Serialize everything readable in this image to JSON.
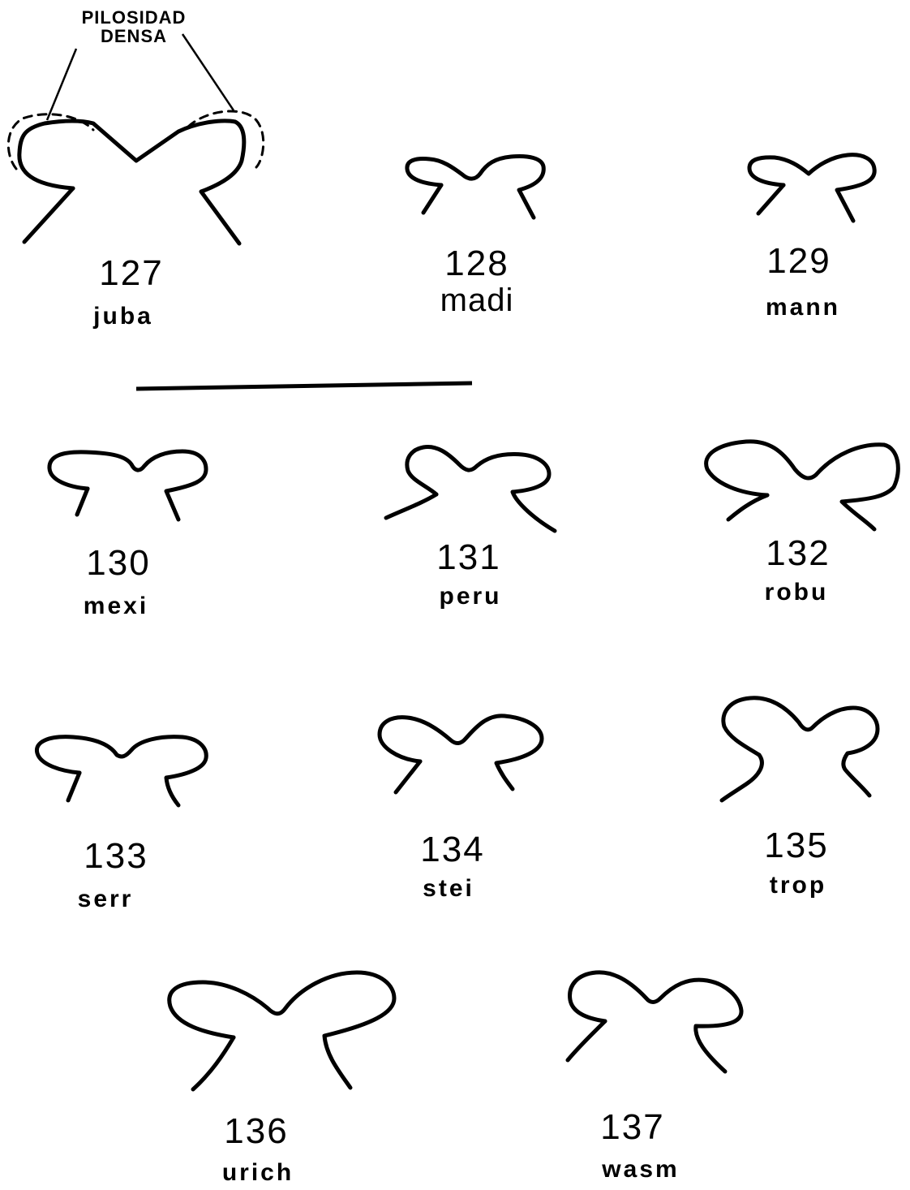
{
  "callout": {
    "line1": "PILOSIDAD",
    "line2": "DENSA"
  },
  "figures": [
    {
      "number": "127",
      "species": "juba"
    },
    {
      "number": "128",
      "species": "madi"
    },
    {
      "number": "129",
      "species": "mann"
    },
    {
      "number": "130",
      "species": "mexi"
    },
    {
      "number": "131",
      "species": "peru"
    },
    {
      "number": "132",
      "species": "robu"
    },
    {
      "number": "133",
      "species": "serr"
    },
    {
      "number": "134",
      "species": "stei"
    },
    {
      "number": "135",
      "species": "trop"
    },
    {
      "number": "136",
      "species": "urich"
    },
    {
      "number": "137",
      "species": "wasm"
    }
  ]
}
